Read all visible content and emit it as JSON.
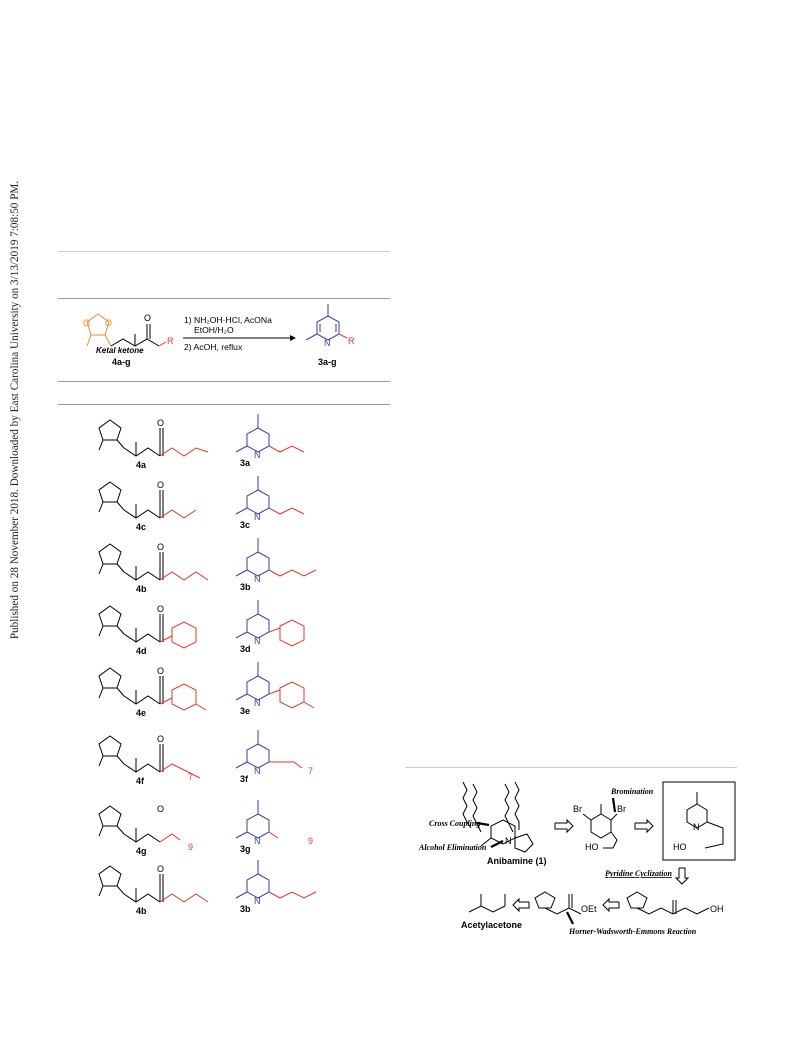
{
  "side_note": "Published on 28 November 2018. Downloaded by East Carolina University on 3/13/2019 7:08:50 PM.",
  "scheme": {
    "conditions": [
      "1) NH₂OH·HCl, AcONa",
      "EtOH/H₂O",
      "2) AcOH, reflux"
    ],
    "start_caption": "Ketal ketone",
    "start_label": "4a-g",
    "product_label": "3a-g",
    "r_symbol": "R",
    "n_symbol": "N"
  },
  "rows": [
    {
      "ketone": "4a",
      "pyridine": "3a",
      "tail": "allyl"
    },
    {
      "ketone": "4c",
      "pyridine": "3c",
      "tail": "propyl"
    },
    {
      "ketone": "4b",
      "pyridine": "3b",
      "tail": "butyl"
    },
    {
      "ketone": "4d",
      "pyridine": "3d",
      "tail": "phenyl"
    },
    {
      "ketone": "4e",
      "pyridine": "3e",
      "tail": "tolyl"
    },
    {
      "ketone": "4f",
      "pyridine": "3f",
      "tail": "alkyne",
      "subscript": "7"
    },
    {
      "ketone": "4g",
      "pyridine": "3g",
      "tail": "longchain",
      "subscript": "9"
    },
    {
      "ketone": "4b",
      "pyridine": "3b",
      "tail": "butyl"
    }
  ],
  "retro": {
    "cross_coupling": "Cross Coupling",
    "alcohol_elimination": "Alcohol Elimination",
    "bromination": "Bromination",
    "anibamine": "Anibamine (1)",
    "pyridine_cyclization": "Pyridine Cyclization",
    "acetylacetone": "Acetylacetone",
    "hwe": "Horner-Wadsworth-Emmons Reaction",
    "br": "Br",
    "ho": "HO",
    "oh": "OH",
    "oet": "OEt",
    "n": "N"
  }
}
